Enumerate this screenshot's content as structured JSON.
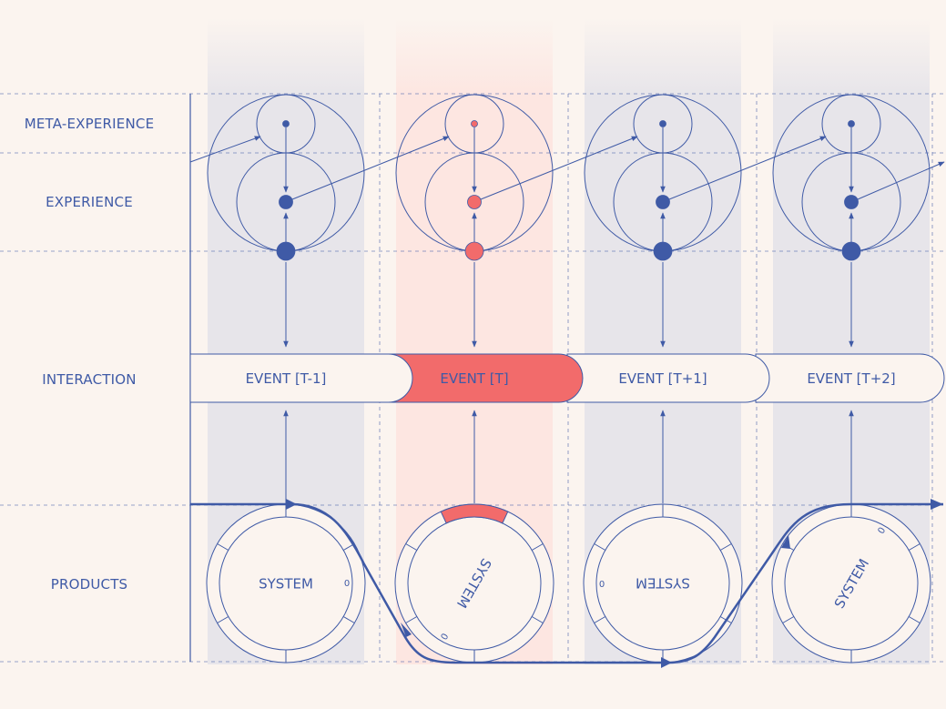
{
  "rows": {
    "meta_experience": "META-EXPERIENCE",
    "experience": "EXPERIENCE",
    "interaction": "INTERACTION",
    "products": "PRODUCTS"
  },
  "events": [
    {
      "label": "EVENT [T-1]",
      "active": false
    },
    {
      "label": "EVENT [T]",
      "active": true
    },
    {
      "label": "EVENT [T+1]",
      "active": false
    },
    {
      "label": "EVENT [T+2]",
      "active": false
    }
  ],
  "systems": [
    {
      "label": "SYSTEM",
      "rotation_deg": 0,
      "zero": "0"
    },
    {
      "label": "SYSTEM",
      "rotation_deg": 120,
      "zero": "0"
    },
    {
      "label": "SYSTEM",
      "rotation_deg": 180,
      "zero": "0"
    },
    {
      "label": "SYSTEM",
      "rotation_deg": -60,
      "zero": "0"
    }
  ],
  "colors": {
    "ink": "#3f5aa6",
    "accent": "#f26b6b",
    "background": "#fbf4ef",
    "column_shade": "#e7e5ea",
    "active_column_shade": "#fde6e1"
  }
}
